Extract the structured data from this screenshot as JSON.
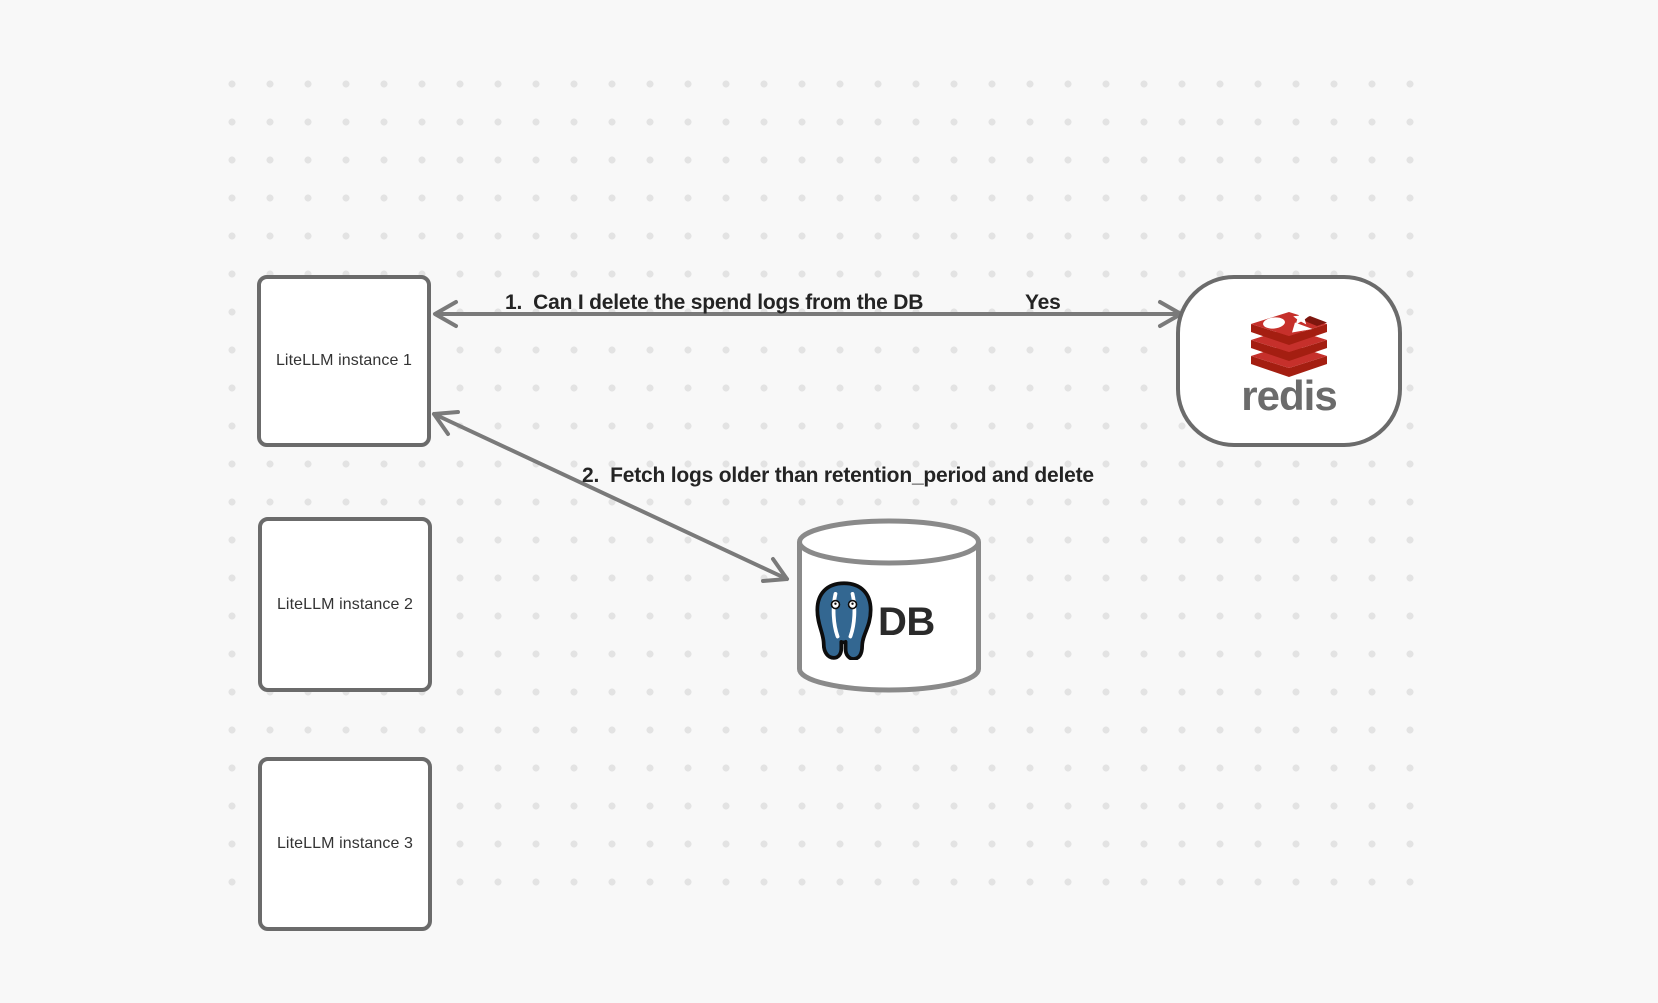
{
  "canvas": {
    "background": "#f8f8f8",
    "dot_color": "#e3e3e3",
    "node_border_color": "#6b6b6b",
    "arrow_color": "#7a7a7a",
    "label_text_color": "#242424"
  },
  "nodes": {
    "instances": [
      {
        "label": "LiteLLM instance 1"
      },
      {
        "label": "LiteLLM instance 2"
      },
      {
        "label": "LiteLLM instance 3"
      }
    ],
    "redis": {
      "wordmark": "redis",
      "logo_icon": "redis-stack-logo",
      "colors": {
        "red": "#c6302b",
        "dark_red": "#a41e11",
        "wordmark_gray": "#6b6b6b"
      }
    },
    "db": {
      "label": "DB",
      "logo_icon": "postgresql-elephant-logo",
      "colors": {
        "elephant_blue": "#336791"
      }
    }
  },
  "edges": [
    {
      "number": "1.",
      "text": "Can I delete the spend logs from the DB",
      "response": "Yes",
      "from": "LiteLLM instance 1",
      "to": "redis"
    },
    {
      "number": "2.",
      "text": "Fetch logs older than retention_period and delete",
      "from": "LiteLLM instance 1",
      "to": "DB"
    }
  ]
}
